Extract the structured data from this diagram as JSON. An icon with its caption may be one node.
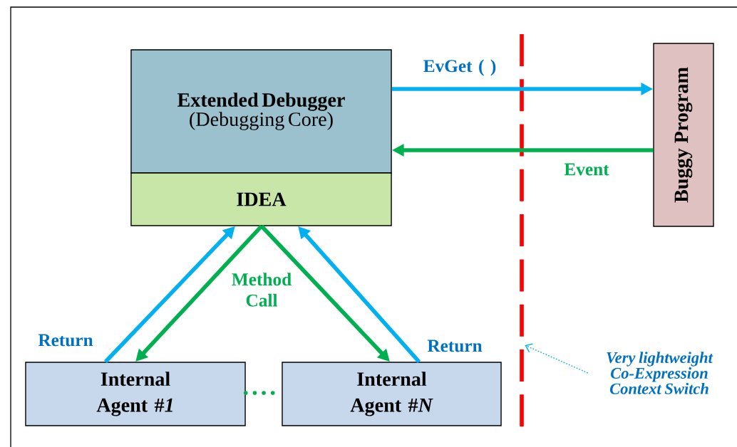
{
  "diagram": {
    "nodes": [
      {
        "text": [
          "Extended Debugger",
          "(Debugging Core)"
        ]
      },
      {
        "text": [
          "IDEA"
        ]
      },
      {
        "text": [
          "Buggy Program"
        ]
      },
      {
        "text": [
          "Internal Agent #*1*"
        ]
      },
      {
        "text": [
          "Internal Agent #*N*"
        ]
      },
      {
        "text": [],
        "shape": "line"
      },
      {
        "text": [
          "Very lightweight Co-Expression Context Switch"
        ]
      }
    ],
    "edges": [
      {
        "from": 0,
        "to": 2,
        "arrow": "to",
        "label": "EvGet ( )",
        "color": "#00b0f0"
      },
      {
        "from": 2,
        "to": 0,
        "arrow": "to",
        "label": "Event",
        "color": "#00b050"
      },
      {
        "from": 3,
        "to": 1,
        "arrow": "to",
        "label": "Return",
        "color": "#00b0f0"
      },
      {
        "from": 1,
        "to": 3,
        "arrow": "to",
        "label": "Method Call",
        "color": "#00b050"
      },
      {
        "from": 1,
        "to": 4,
        "arrow": "to",
        "color": "#00b050"
      },
      {
        "from": 4,
        "to": 1,
        "arrow": "to",
        "label": "Return",
        "color": "#00b0f0"
      },
      {
        "from": 3,
        "to": 4,
        "arrow": "none",
        "style": "dashed",
        "color": "#00b050"
      },
      {
        "from": 6,
        "to": 5,
        "arrow": "to",
        "style": "dashed",
        "color": "#00b0f0"
      }
    ]
  }
}
